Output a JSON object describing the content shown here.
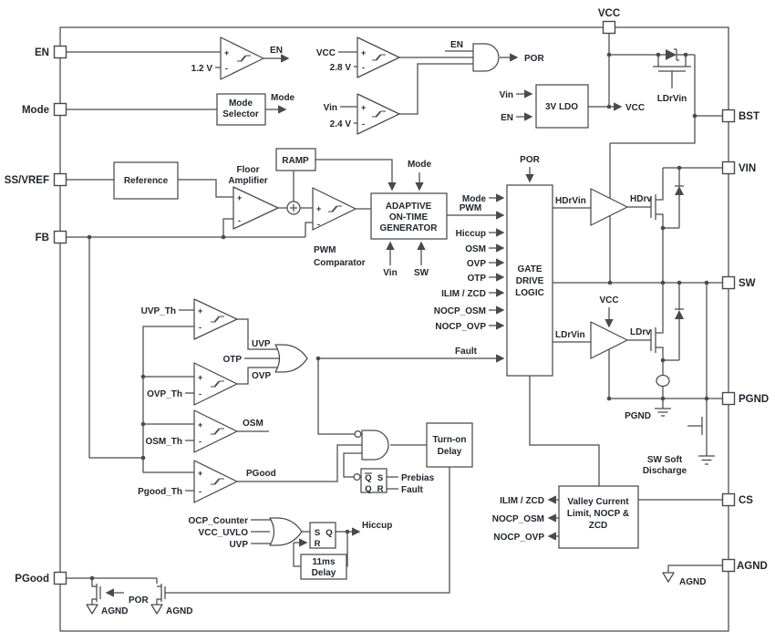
{
  "colors": {
    "line": "#4a4a4a",
    "text": "#21262e",
    "background": "#ffffff"
  },
  "pins": {
    "en": "EN",
    "mode": "Mode",
    "ssvref": "SS/VREF",
    "fb": "FB",
    "pgood": "PGood",
    "vcc": "VCC",
    "bst": "BST",
    "vin": "VIN",
    "sw": "SW",
    "pgnd": "PGND",
    "cs": "CS",
    "agnd": "AGND"
  },
  "blocks": {
    "mode_selector": [
      "Mode",
      "Selector"
    ],
    "reference": "Reference",
    "ramp": "RAMP",
    "floor_amp": [
      "Floor",
      "Amplifier"
    ],
    "pwm_comp": [
      "PWM",
      "Comparator"
    ],
    "otg": [
      "ADAPTIVE",
      "ON-TIME",
      "GENERATOR"
    ],
    "gdl": [
      "GATE",
      "DRIVE",
      "LOGIC"
    ],
    "ldo": "3V LDO",
    "turnon": [
      "Turn-on",
      "Delay"
    ],
    "delay11": [
      "11ms",
      "Delay"
    ],
    "valley": [
      "Valley Current",
      "Limit, NOCP &",
      "ZCD"
    ],
    "swsoft": [
      "SW Soft",
      "Discharge"
    ]
  },
  "signals": {
    "en": "EN",
    "mode": "Mode",
    "por": "POR",
    "vcc": "VCC",
    "vin": "Vin",
    "sw": "SW",
    "v12": "1.2 V",
    "v28": "2.8 V",
    "v24": "2.4 V",
    "hdrvin": "HDrVin",
    "hdrv": "HDrv",
    "ldrvin": "LDrVin",
    "ldrv": "LDrv",
    "pwm": "PWM",
    "hiccup": "Hiccup",
    "osm": "OSM",
    "ovp": "OVP",
    "otp": "OTP",
    "uvp": "UVP",
    "ilim_zcd": "ILIM / ZCD",
    "nocp_osm": "NOCP_OSM",
    "nocp_ovp": "NOCP_OVP",
    "fault": "Fault",
    "prebias": "Prebias",
    "uvp_th": "UVP_Th",
    "ovp_th": "OVP_Th",
    "osm_th": "OSM_Th",
    "pgood_th": "Pgood_Th",
    "pgood": "PGood",
    "ocp_counter": "OCP_Counter",
    "vcc_uvlo": "VCC_UVLO",
    "agnd": "AGND",
    "pgnd": "PGND",
    "plus": "+",
    "minus": "-",
    "q": "Q",
    "s": "S",
    "r": "R"
  }
}
